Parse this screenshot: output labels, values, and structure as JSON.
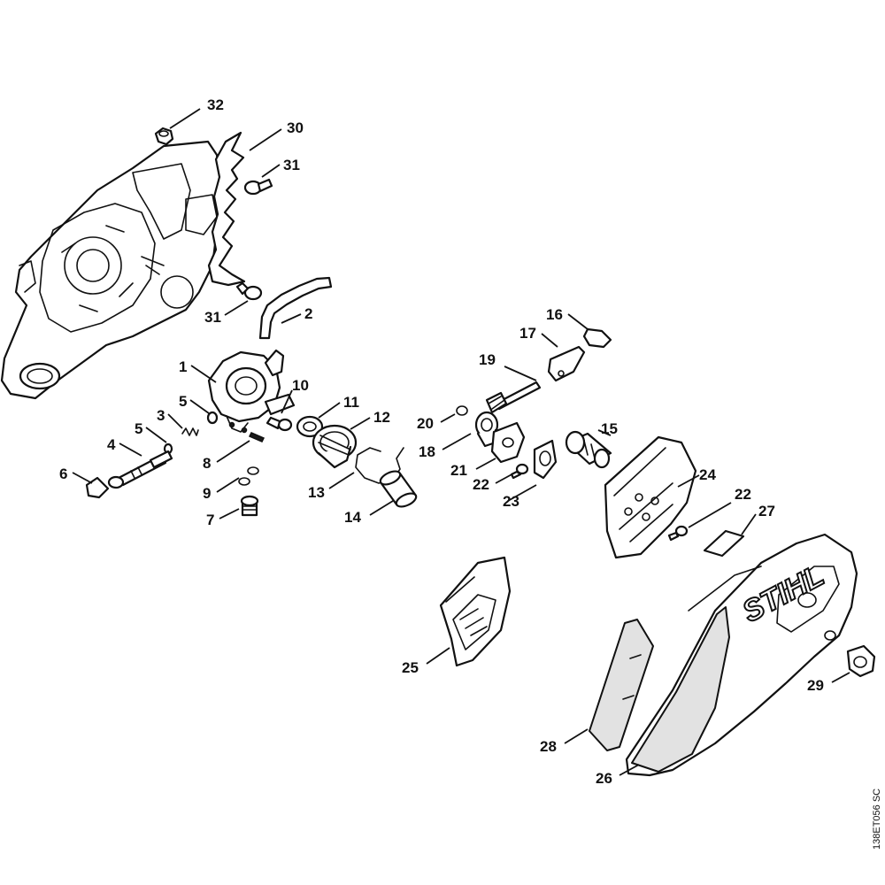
{
  "diagram": {
    "callouts": {
      "c1": "1",
      "c2": "2",
      "c3": "3",
      "c4": "4",
      "c5a": "5",
      "c5b": "5",
      "c6": "6",
      "c7": "7",
      "c8": "8",
      "c9": "9",
      "c10": "10",
      "c11": "11",
      "c12": "12",
      "c13": "13",
      "c14": "14",
      "c15": "15",
      "c16": "16",
      "c17": "17",
      "c18": "18",
      "c19": "19",
      "c20": "20",
      "c21": "21",
      "c22a": "22",
      "c22b": "22",
      "c23": "23",
      "c24": "24",
      "c25": "25",
      "c26": "26",
      "c27": "27",
      "c28": "28",
      "c29": "29",
      "c30": "30",
      "c31a": "31",
      "c31b": "31",
      "c32": "32"
    },
    "brand_logo": "STIHL",
    "drawing_code": "138ET056 SC"
  }
}
